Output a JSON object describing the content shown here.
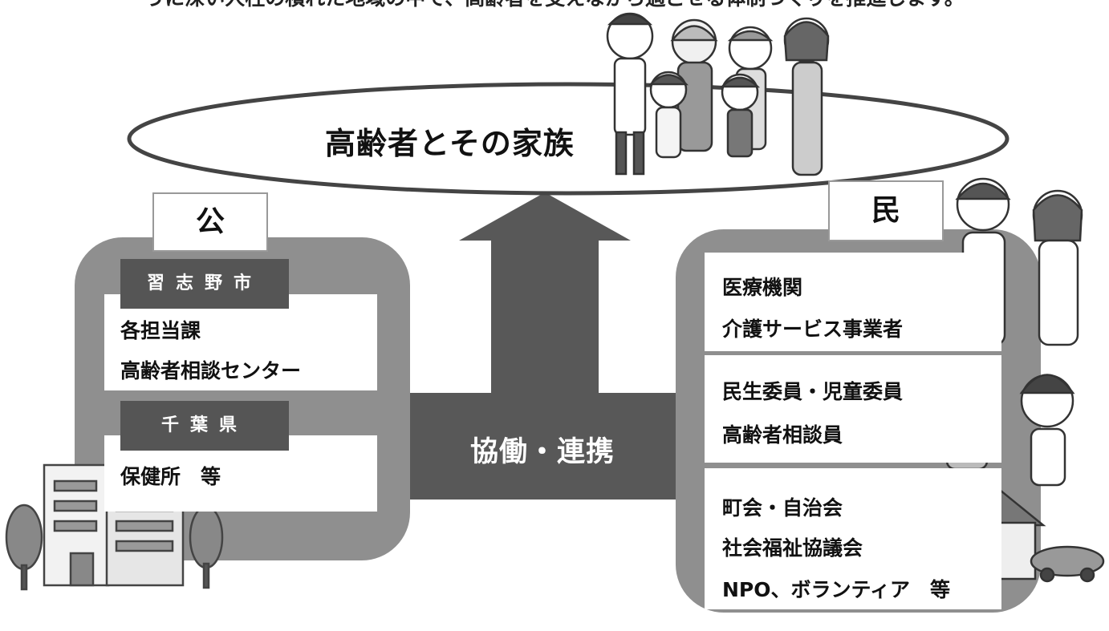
{
  "header": {
    "text": "うに深い人柱の積れた地域の中で、高齢者を支えながら過ごせる体制づくりを推進します。"
  },
  "center": {
    "title": "高齢者とその家族",
    "link_label": "協働・連携"
  },
  "public": {
    "tab": "公",
    "groups": [
      {
        "label": "習志野市",
        "items": [
          "各担当課",
          "高齢者相談センター"
        ]
      },
      {
        "label": "千葉県",
        "items": [
          "保健所　等"
        ]
      }
    ]
  },
  "private": {
    "tab": "民",
    "groups": [
      {
        "items": [
          "医療機関",
          "介護サービス事業者"
        ]
      },
      {
        "items": [
          "民生委員・児童委員",
          "高齢者相談員"
        ]
      },
      {
        "items": [
          "町会・自治会",
          "社会福祉協議会",
          "NPO、ボランティア　等"
        ]
      }
    ]
  },
  "colors": {
    "panel": "#8f8f8f",
    "arrow": "#585858",
    "label_bg": "#555555"
  }
}
